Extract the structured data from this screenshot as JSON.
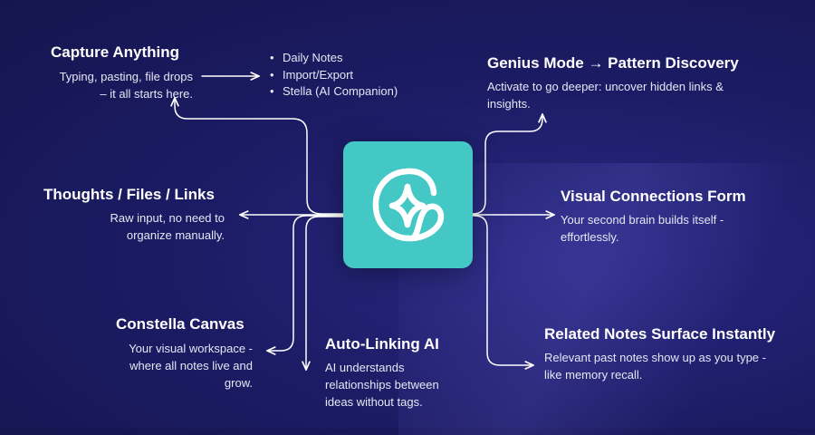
{
  "center_logo": {
    "icon": "constella-logo-icon",
    "color": "#44c8c5"
  },
  "capture": {
    "title": "Capture Anything",
    "desc_lines": [
      "Typing, pasting, file drops",
      "– it all starts here."
    ],
    "list": [
      "Daily Notes",
      "Import/Export",
      "Stella (AI Companion)"
    ]
  },
  "thoughts": {
    "title": "Thoughts / Files / Links",
    "desc_lines": [
      "Raw input, no need to",
      "organize manually."
    ]
  },
  "canvas": {
    "title": "Constella Canvas",
    "desc_lines": [
      "Your visual workspace -",
      "where all notes live and",
      "grow."
    ]
  },
  "autolink": {
    "title": "Auto-Linking AI",
    "desc_lines": [
      "AI understands",
      "relationships between",
      "ideas without tags."
    ]
  },
  "genius": {
    "title": "Genius Mode → Pattern Discovery",
    "desc_lines": [
      "Activate to go deeper: uncover hidden links &",
      "insights."
    ]
  },
  "visual": {
    "title": "Visual Connections Form",
    "desc_lines": [
      "Your second brain builds itself -",
      "effortlessly."
    ]
  },
  "related": {
    "title": "Related Notes Surface Instantly",
    "desc_lines": [
      "Relevant past notes show up as you type -",
      "like memory recall."
    ]
  }
}
